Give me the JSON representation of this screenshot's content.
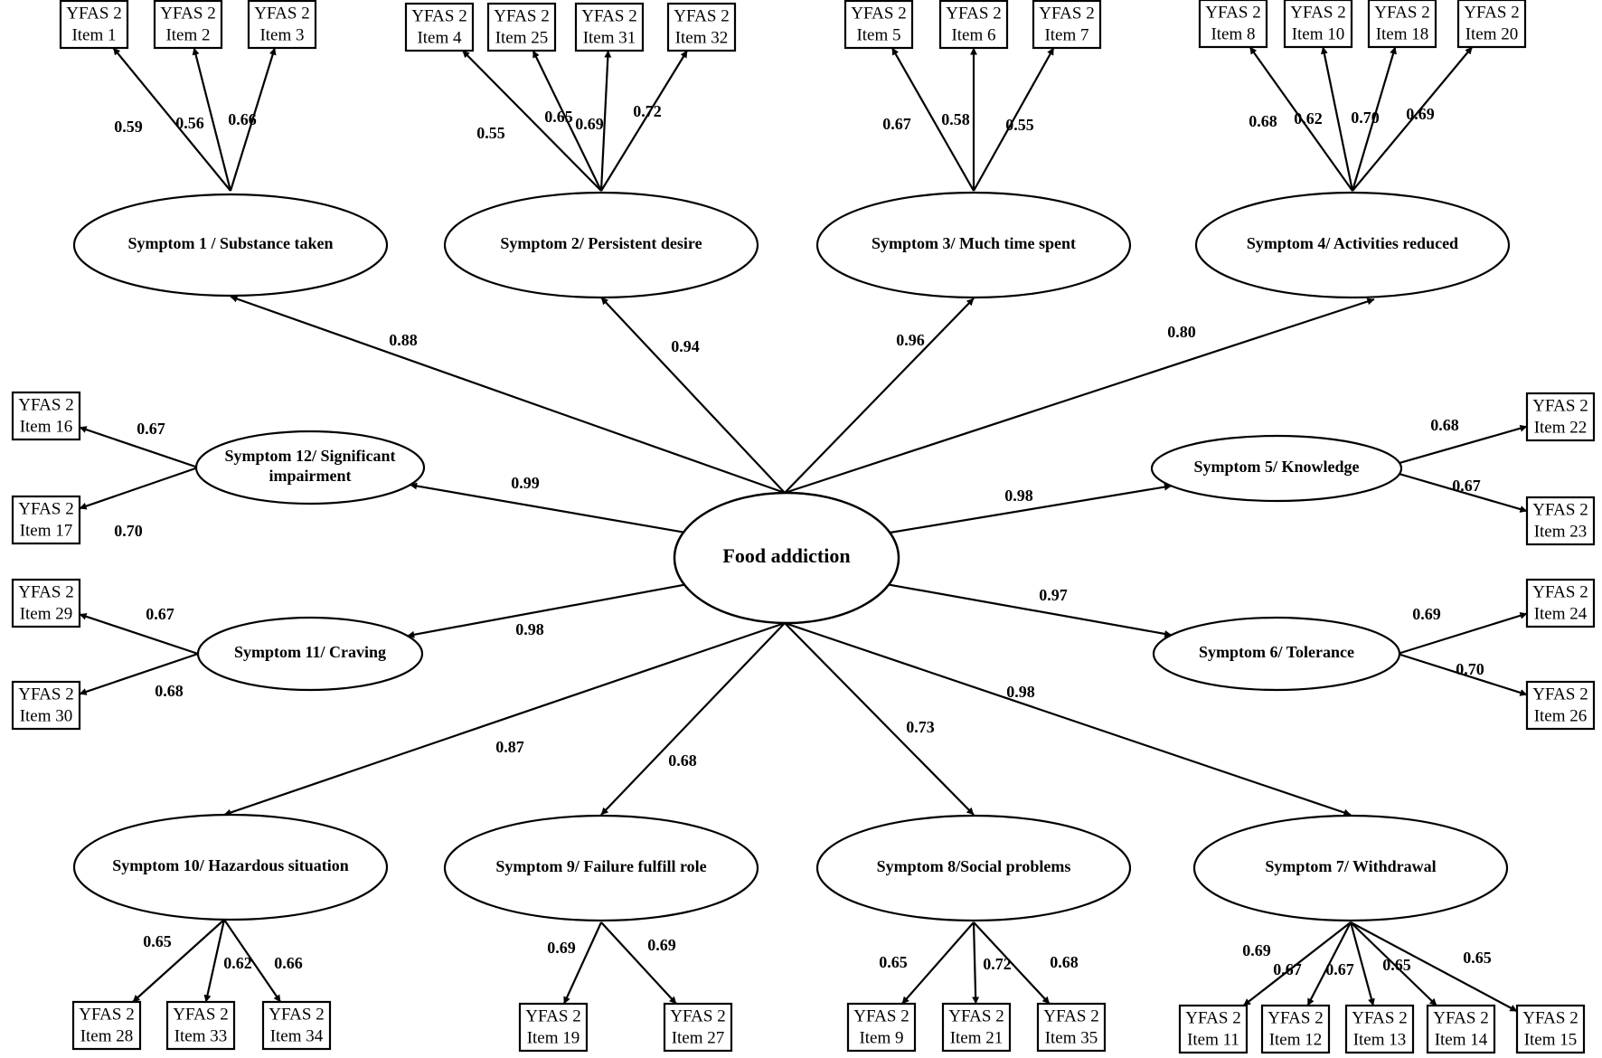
{
  "central": "Food addiction",
  "item_prefix": "YFAS 2",
  "factors": [
    {
      "id": "s1",
      "label": [
        "Symptom 1 / Substance taken"
      ],
      "loading": "0.88",
      "items": [
        {
          "label": "Item 1",
          "loading": "0.59"
        },
        {
          "label": "Item 2",
          "loading": "0.56"
        },
        {
          "label": "Item 3",
          "loading": "0.66"
        }
      ]
    },
    {
      "id": "s2",
      "label": [
        "Symptom 2/ Persistent desire"
      ],
      "loading": "0.94",
      "items": [
        {
          "label": "Item 4",
          "loading": "0.55"
        },
        {
          "label": "Item 25",
          "loading": "0.65"
        },
        {
          "label": "Item 31",
          "loading": "0.69"
        },
        {
          "label": "Item 32",
          "loading": "0.72"
        }
      ]
    },
    {
      "id": "s3",
      "label": [
        "Symptom 3/ Much time spent"
      ],
      "loading": "0.96",
      "items": [
        {
          "label": "Item 5",
          "loading": "0.67"
        },
        {
          "label": "Item 6",
          "loading": "0.58"
        },
        {
          "label": "Item 7",
          "loading": "0.55"
        }
      ]
    },
    {
      "id": "s4",
      "label": [
        "Symptom 4/ Activities reduced"
      ],
      "loading": "0.80",
      "items": [
        {
          "label": "Item 8",
          "loading": "0.68"
        },
        {
          "label": "Item 10",
          "loading": "0.62"
        },
        {
          "label": "Item 18",
          "loading": "0.70"
        },
        {
          "label": "Item 20",
          "loading": "0.69"
        }
      ]
    },
    {
      "id": "s5",
      "label": [
        "Symptom 5/ Knowledge"
      ],
      "loading": "0.98",
      "items": [
        {
          "label": "Item 22",
          "loading": "0.68"
        },
        {
          "label": "Item 23",
          "loading": "0.67"
        }
      ]
    },
    {
      "id": "s6",
      "label": [
        "Symptom 6/ Tolerance"
      ],
      "loading": "0.97",
      "items": [
        {
          "label": "Item 24",
          "loading": "0.69"
        },
        {
          "label": "Item 26",
          "loading": "0.70"
        }
      ]
    },
    {
      "id": "s7",
      "label": [
        "Symptom 7/ Withdrawal"
      ],
      "loading": "0.98",
      "items": [
        {
          "label": "Item 11",
          "loading": "0.69"
        },
        {
          "label": "Item 12",
          "loading": "0.67"
        },
        {
          "label": "Item 13",
          "loading": "0.67"
        },
        {
          "label": "Item 14",
          "loading": "0.65"
        },
        {
          "label": "Item 15",
          "loading": "0.65"
        }
      ]
    },
    {
      "id": "s8",
      "label": [
        "Symptom 8/Social problems"
      ],
      "loading": "0.73",
      "items": [
        {
          "label": "Item 9",
          "loading": "0.65"
        },
        {
          "label": "Item 21",
          "loading": "0.72"
        },
        {
          "label": "Item 35",
          "loading": "0.68"
        }
      ]
    },
    {
      "id": "s9",
      "label": [
        "Symptom 9/ Failure fulfill role"
      ],
      "loading": "0.68",
      "items": [
        {
          "label": "Item 19",
          "loading": "0.69"
        },
        {
          "label": "Item 27",
          "loading": "0.69"
        }
      ]
    },
    {
      "id": "s10",
      "label": [
        "Symptom 10/ Hazardous situation"
      ],
      "loading": "0.87",
      "items": [
        {
          "label": "Item 28",
          "loading": "0.65"
        },
        {
          "label": "Item 33",
          "loading": "0.62"
        },
        {
          "label": "Item 34",
          "loading": "0.66"
        }
      ]
    },
    {
      "id": "s11",
      "label": [
        "Symptom 11/ Craving"
      ],
      "loading": "0.98",
      "items": [
        {
          "label": "Item 29",
          "loading": "0.67"
        },
        {
          "label": "Item 30",
          "loading": "0.68"
        }
      ]
    },
    {
      "id": "s12",
      "label": [
        "Symptom 12/ Significant",
        "impairment"
      ],
      "loading": "0.99",
      "items": [
        {
          "label": "Item 16",
          "loading": "0.67"
        },
        {
          "label": "Item 17",
          "loading": "0.70"
        }
      ]
    }
  ]
}
